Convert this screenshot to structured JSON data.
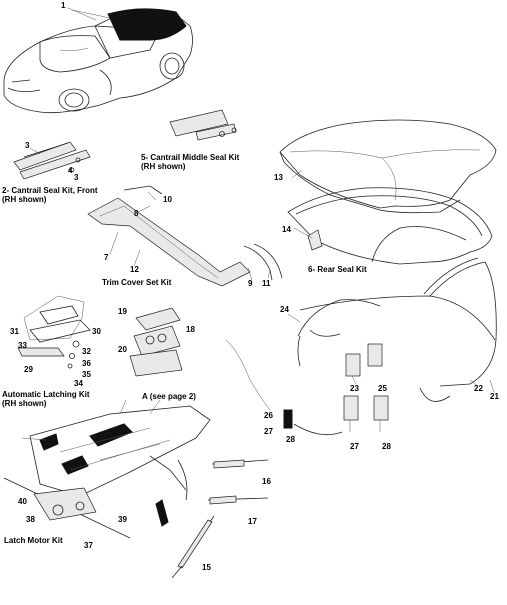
{
  "labels": {
    "n1": "1",
    "n2": "2",
    "n3a": "3",
    "n3b": "3",
    "n4": "4",
    "n5": "5",
    "n6": "6",
    "n7": "7",
    "n8": "8",
    "n9": "9",
    "n10": "10",
    "n11": "11",
    "n12": "12",
    "n13": "13",
    "n14": "14",
    "n15": "15",
    "n16": "16",
    "n17": "17",
    "n18": "18",
    "n19": "19",
    "n20": "20",
    "n21": "21",
    "n22": "22",
    "n23": "23",
    "n24": "24",
    "n25": "25",
    "n26": "26",
    "n27a": "27",
    "n27b": "27",
    "n28a": "28",
    "n28b": "28",
    "n29": "29",
    "n30": "30",
    "n31": "31",
    "n32": "32",
    "n33": "33",
    "n34": "34",
    "n35": "35",
    "n36": "36",
    "n37": "37",
    "n38": "38",
    "n39": "39",
    "n40": "40"
  },
  "captions": {
    "cantrail_front_1": "2- Cantrail Seal Kit, Front",
    "cantrail_front_2": "(RH shown)",
    "cantrail_middle_1": "5- Cantrail Middle Seal Kit",
    "cantrail_middle_2": "(RH shown)",
    "rear_seal": "6- Rear Seal Kit",
    "trim_cover": "Trim Cover Set Kit",
    "auto_latch_1": "Automatic Latching Kit",
    "auto_latch_2": "(RH shown)",
    "see_page": "A (see page 2)",
    "latch_motor": "Latch Motor Kit"
  }
}
